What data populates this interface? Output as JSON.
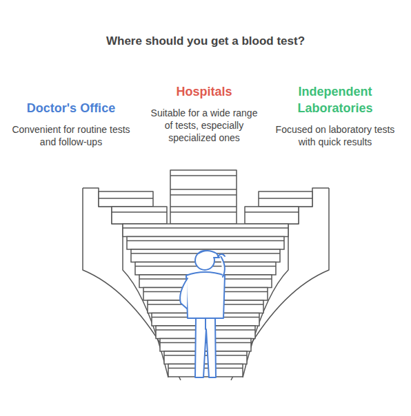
{
  "diagram": {
    "title": "Where should you get a blood test?",
    "nodes": [
      {
        "text": [
          "Doctor's Office",
          "Convenient for routine tests and follow-ups"
        ]
      },
      {
        "text": [
          "Hospitals",
          "Suitable for a wide range of tests, especially specialized ones"
        ]
      },
      {
        "text": [
          "Independent Laboratories",
          "Focused on laboratory tests with quick results"
        ]
      }
    ]
  }
}
